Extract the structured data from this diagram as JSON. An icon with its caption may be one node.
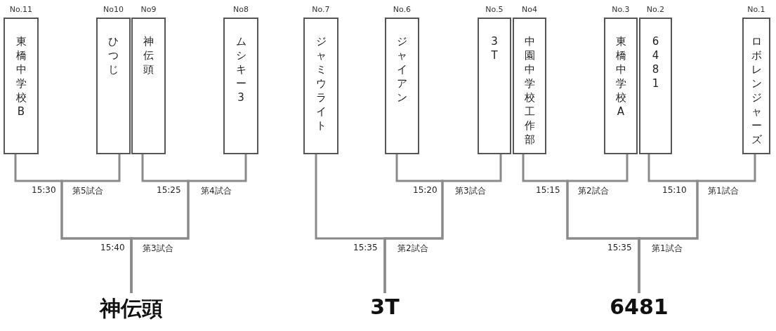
{
  "diagram": {
    "nodes": [
      {
        "text": [
          "ロボレンジャーズ"
        ],
        "beside": [
          "No.1"
        ]
      },
      {
        "text": [
          "6481"
        ],
        "beside": [
          "No.2"
        ]
      },
      {
        "text": [
          "東橋中学校A"
        ],
        "beside": [
          "No.3"
        ]
      },
      {
        "text": [
          "中園中学校工作部"
        ],
        "beside": [
          "No4"
        ]
      },
      {
        "text": [
          "3T"
        ],
        "beside": [
          "No.5"
        ]
      },
      {
        "text": [
          "ジャイアン"
        ],
        "beside": [
          "No.6"
        ]
      },
      {
        "text": [
          "ジャミウライト"
        ],
        "beside": [
          "No.7"
        ]
      },
      {
        "text": [
          "ムシキー3"
        ],
        "beside": [
          "No8"
        ]
      },
      {
        "text": [
          "神伝頭"
        ],
        "beside": [
          "No9"
        ]
      },
      {
        "text": [
          "ひつじ"
        ],
        "beside": [
          "No10"
        ]
      },
      {
        "text": [
          "東橋中学校B"
        ],
        "beside": [
          "No.11"
        ]
      },
      {
        "text": [
          "6481"
        ]
      },
      {
        "text": [
          "3T"
        ]
      },
      {
        "text": [
          "神伝頭"
        ]
      }
    ],
    "edges": [
      {
        "from": 0,
        "to": 11,
        "arrow": "none"
      },
      {
        "from": 1,
        "to": 11,
        "arrow": "none"
      },
      {
        "from": 2,
        "to": 11,
        "arrow": "none"
      },
      {
        "from": 3,
        "to": 11,
        "arrow": "none"
      },
      {
        "from": 4,
        "to": 12,
        "arrow": "none"
      },
      {
        "from": 5,
        "to": 12,
        "arrow": "none"
      },
      {
        "from": 6,
        "to": 12,
        "arrow": "none"
      },
      {
        "from": 7,
        "to": 13,
        "arrow": "none"
      },
      {
        "from": 8,
        "to": 13,
        "arrow": "none"
      },
      {
        "from": 9,
        "to": 13,
        "arrow": "none"
      },
      {
        "from": 10,
        "to": 13,
        "arrow": "none"
      }
    ],
    "labels": [
      "15:30",
      "第5試合",
      "15:25",
      "第4試合",
      "15:20",
      "第3試合",
      "15:15",
      "第2試合",
      "15:10",
      "第1試合",
      "15:40",
      "第3試合",
      "15:35",
      "第2試合",
      "15:35",
      "第1試合"
    ]
  }
}
